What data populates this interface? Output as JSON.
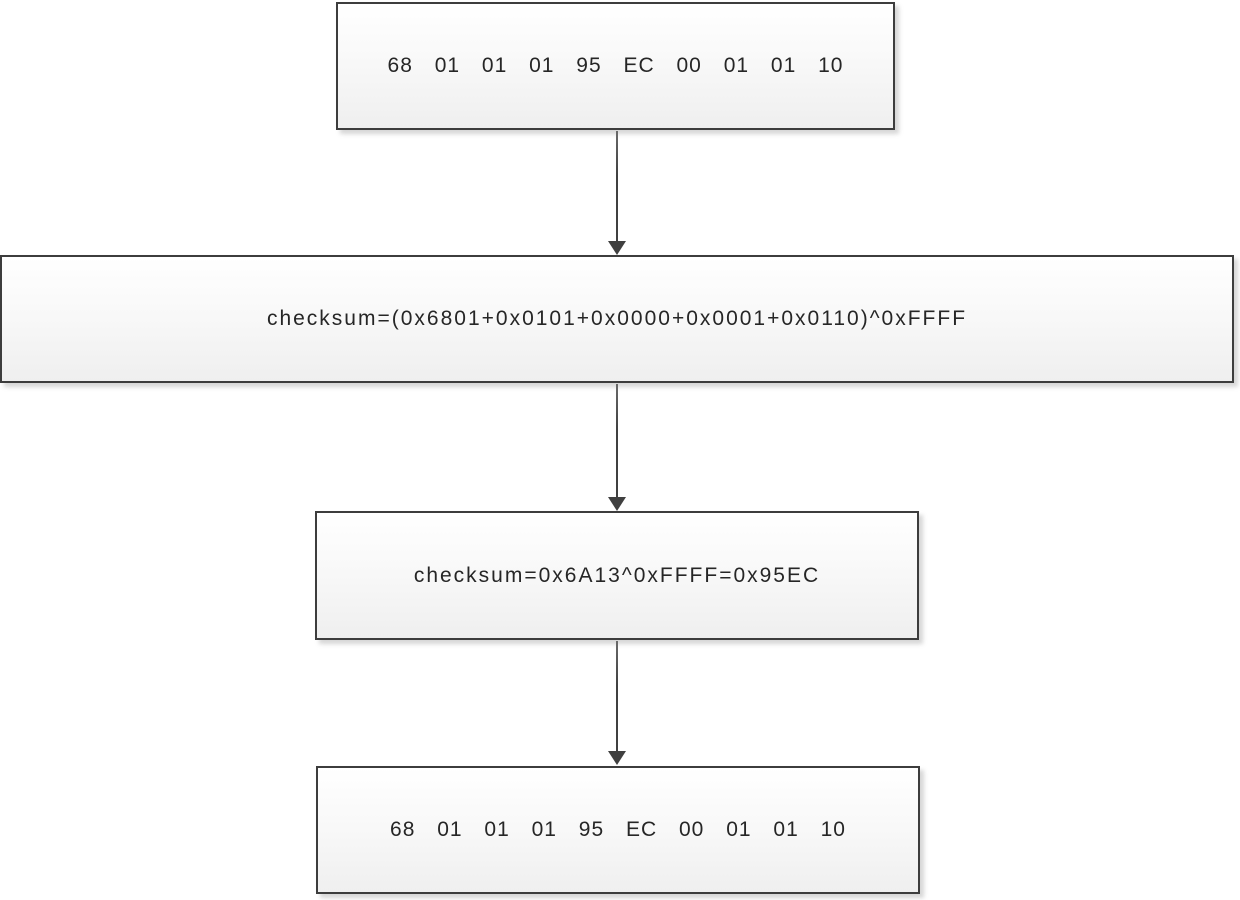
{
  "diagram": {
    "title": "checksum calculation flowchart",
    "nodes": [
      {
        "id": "packet-input",
        "type": "process",
        "label": "68 01 01 01 95 EC 00 01 01 10"
      },
      {
        "id": "checksum-formula",
        "type": "process",
        "label": "checksum=(0x6801+0x0101+0x0000+0x0001+0x0110)^0xFFFF"
      },
      {
        "id": "checksum-result",
        "type": "process",
        "label": "checksum=0x6A13^0xFFFF=0x95EC"
      },
      {
        "id": "packet-output",
        "type": "process",
        "label": "68 01 01 01 95 EC 00 01 01 10"
      }
    ],
    "connections": [
      {
        "from": "packet-input",
        "to": "checksum-formula",
        "style": "arrow-down"
      },
      {
        "from": "checksum-formula",
        "to": "checksum-result",
        "style": "arrow-down"
      },
      {
        "from": "checksum-result",
        "to": "packet-output",
        "style": "arrow-down"
      }
    ],
    "colors": {
      "border": "#3d3d3d",
      "fill_top": "#ffffff",
      "fill_bottom": "#efefef",
      "text": "#262626",
      "arrow": "#404040",
      "page_bg": "#ffffff"
    }
  }
}
